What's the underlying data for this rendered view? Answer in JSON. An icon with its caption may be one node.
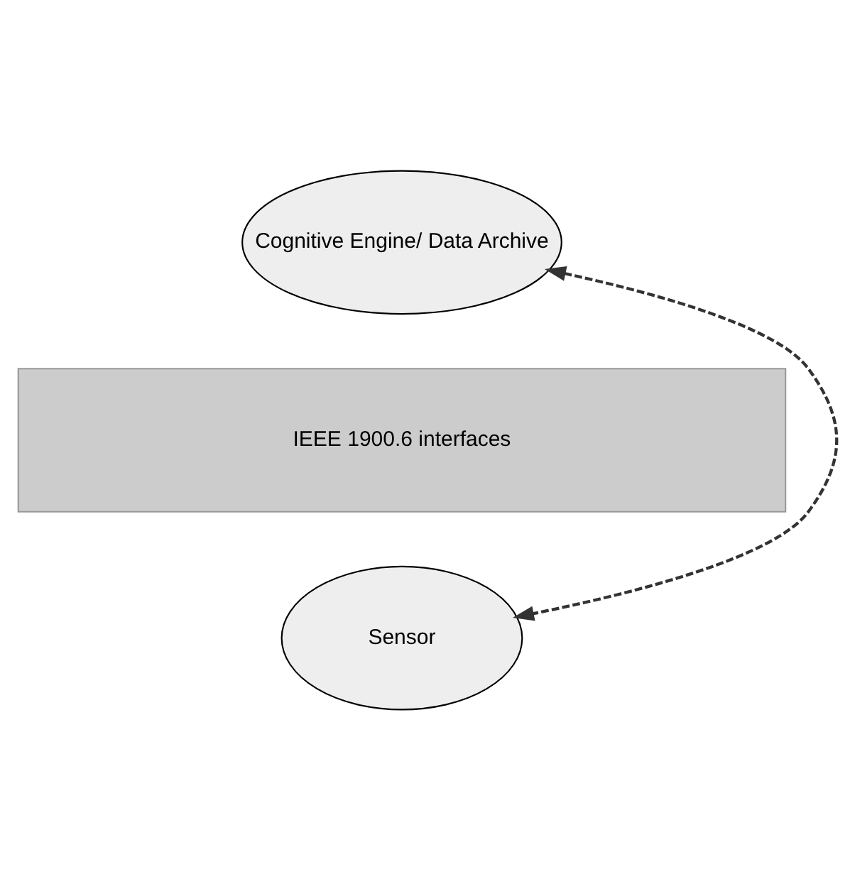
{
  "diagram": {
    "nodes": [
      {
        "text": [
          "Cognitive Engine/ Data Archive"
        ]
      },
      {
        "text": [
          "IEEE 1900.6 interfaces"
        ]
      },
      {
        "text": [
          "Sensor"
        ]
      }
    ],
    "edges": [
      {
        "from": 0,
        "to": 2,
        "arrow": "both",
        "style": "dashed"
      }
    ]
  }
}
